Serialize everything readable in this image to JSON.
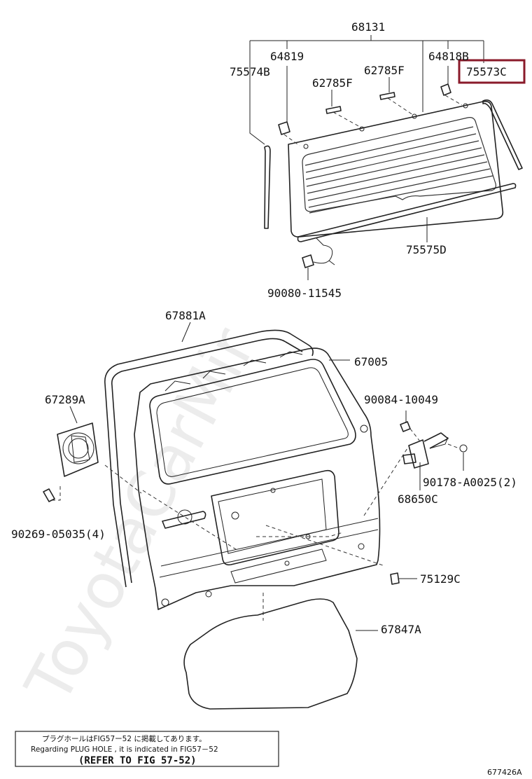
{
  "watermark": "ToyotaCarMir",
  "highlight_color": "#8a1a2a",
  "highlighted_part": "75573C",
  "labels": {
    "p68131": "68131",
    "p64819": "64819",
    "p64818b": "64818B",
    "p75574b": "75574B",
    "p62785f_right": "62785F",
    "p62785f_left": "62785F",
    "p75573c": "75573C",
    "p75575d": "75575D",
    "p90080": "90080-11545",
    "p67881a": "67881A",
    "p67005": "67005",
    "p67289a": "67289A",
    "p90084": "90084-10049",
    "p90178": "90178-A0025(2)",
    "p68650c": "68650C",
    "p90269": "90269-05035(4)",
    "p75129c": "75129C",
    "p67847a": "67847A"
  },
  "note": {
    "jp": "プラグホールはFIG57ー52 に掲載してあります。",
    "en": "Regarding  PLUG HOLE , it is indicated  in  FIG57－52",
    "ref": "(REFER TO FIG 57-52)"
  },
  "figure_code": "677426A"
}
